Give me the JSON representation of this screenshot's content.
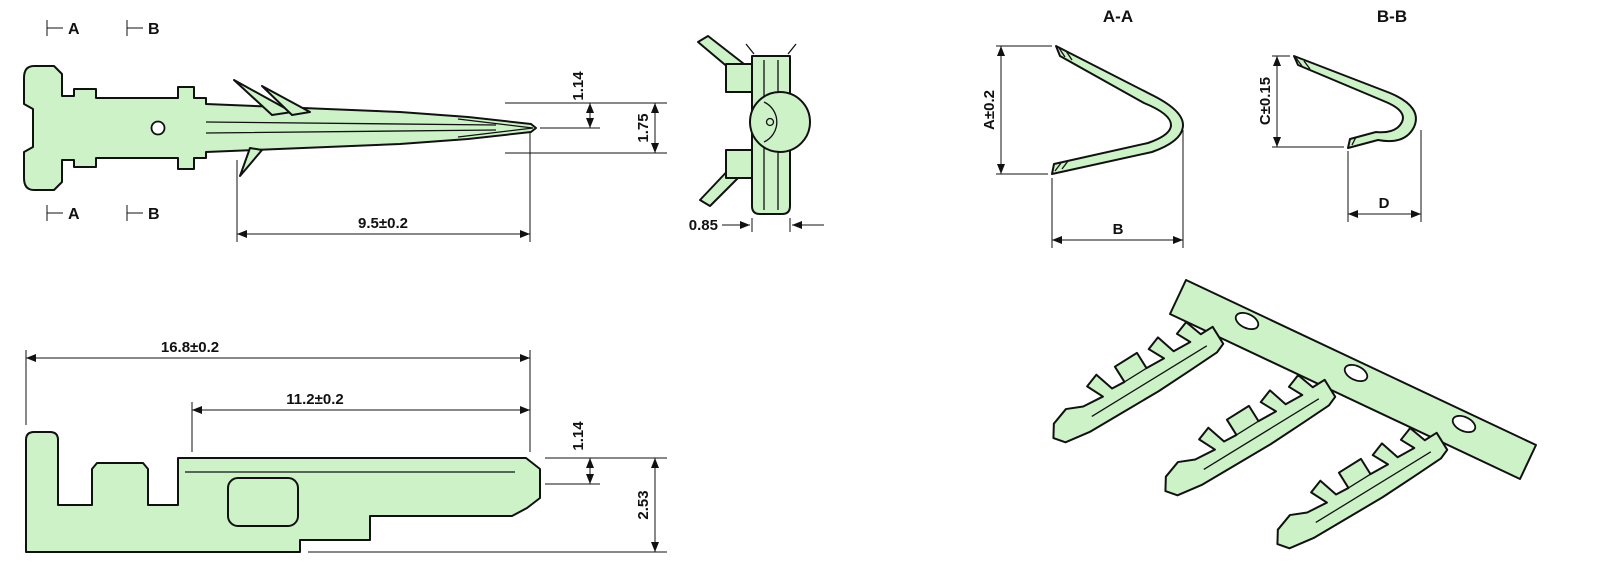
{
  "drawing": {
    "background": "#ffffff",
    "part_fill": "#cdf2c8",
    "line_color": "#111111"
  },
  "side_view_top": {
    "marker_a_top": "A",
    "marker_b_top": "B",
    "marker_a_bottom": "A",
    "marker_b_bottom": "B",
    "dim_tip_gap": "1.14",
    "dim_tip_height": "1.75",
    "dim_contact_length": "9.5±0.2"
  },
  "front_view": {
    "dim_pin_width": "0.85"
  },
  "section_aa": {
    "title": "A-A",
    "dim_height": "A±0.2",
    "dim_width": "B"
  },
  "section_bb": {
    "title": "B-B",
    "dim_height": "C±0.15",
    "dim_width": "D"
  },
  "side_view_bottom": {
    "dim_total_length": "16.8±0.2",
    "dim_crimp_length": "11.2±0.2",
    "dim_wall": "1.14",
    "dim_height": "2.53"
  }
}
